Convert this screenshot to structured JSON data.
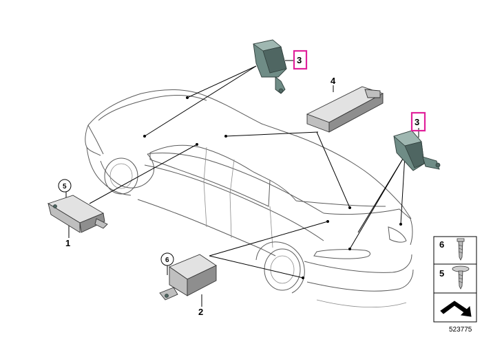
{
  "callouts": {
    "part1": "1",
    "part2": "2",
    "part3_top": "3",
    "part3_right": "3",
    "part4": "4",
    "part5_circle": "5",
    "part6_circle": "6"
  },
  "legend": {
    "item6": "6",
    "item5": "5"
  },
  "reference_number": "523775",
  "colors": {
    "highlight": "#e0209a",
    "sensor_teal": "#6f8c86"
  }
}
